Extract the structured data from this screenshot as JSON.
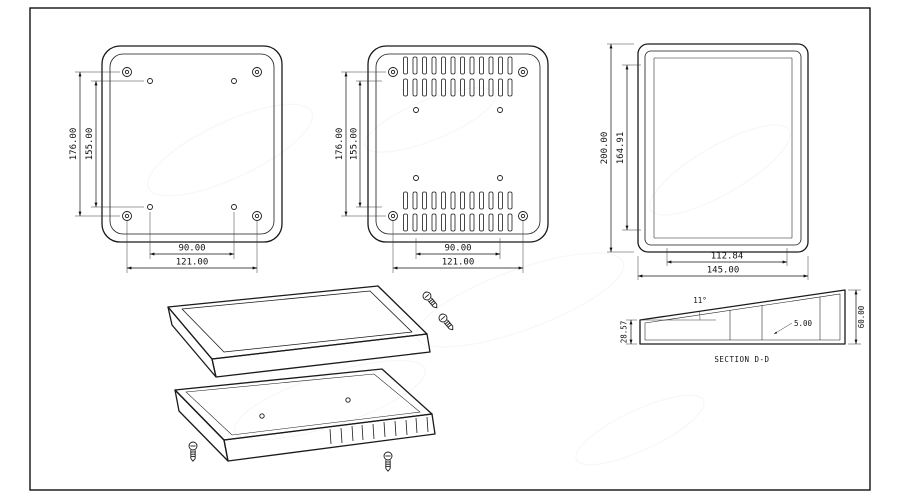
{
  "views": {
    "top": {
      "outer_height": "176.00",
      "inner_height": "155.00",
      "inner_width": "90.00",
      "outer_width": "121.00"
    },
    "bottom": {
      "outer_height": "176.00",
      "inner_height": "155.00",
      "inner_width": "90.00",
      "outer_width": "121.00"
    },
    "side": {
      "outer_height": "200.00",
      "inner_height": "164.91",
      "inner_depth": "112.84",
      "outer_depth": "145.00"
    },
    "section": {
      "angle": "11°",
      "front_height": "28.57",
      "wall_thickness": "5.00",
      "rear_height": "60.00",
      "label": "SECTION D-D"
    }
  }
}
